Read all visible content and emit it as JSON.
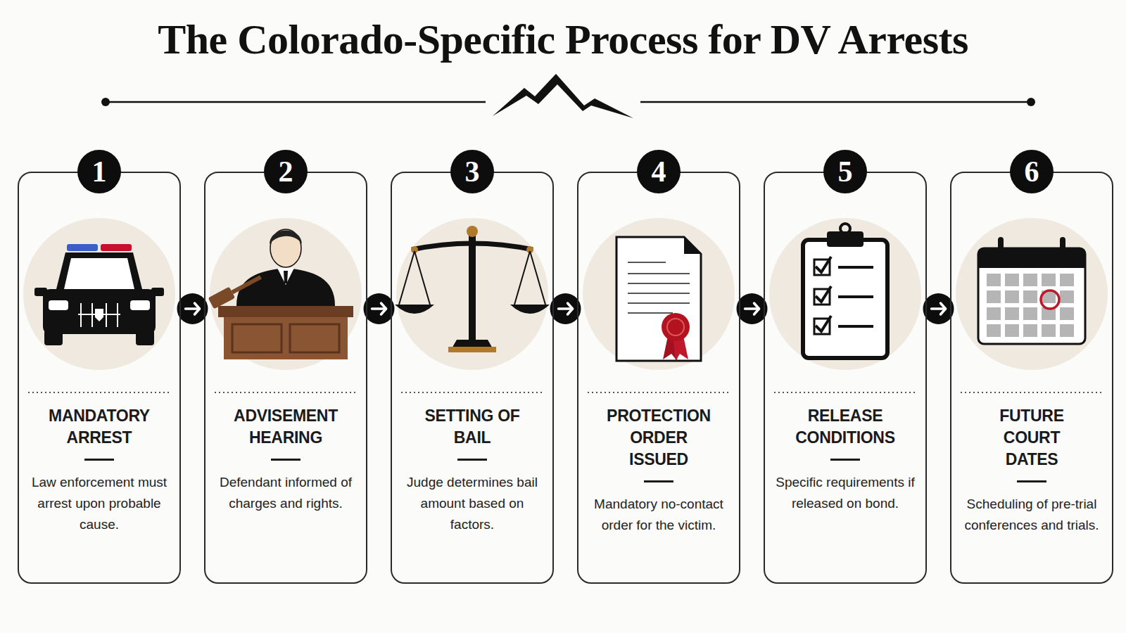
{
  "diagram": {
    "title": "The Colorado-Specific Process for DV Arrests",
    "nodes": [
      {
        "text": [
          "MANDATORY ARREST",
          "Law enforcement must arrest upon probable cause."
        ]
      },
      {
        "text": [
          "ADVISEMENT HEARING",
          "Defendant informed of charges and rights."
        ]
      },
      {
        "text": [
          "SETTING OF BAIL",
          "Judge determines bail amount based on factors."
        ]
      },
      {
        "text": [
          "PROTECTION ORDER ISSUED",
          "Mandatory no-contact order for the victim."
        ]
      },
      {
        "text": [
          "RELEASE CONDITIONS",
          "Specific requirements if released on bond."
        ]
      },
      {
        "text": [
          "FUTURE COURT DATES",
          "Scheduling of pre-trial conferences and trials."
        ]
      }
    ],
    "edges": [
      {
        "from": 0,
        "to": 1,
        "arrow": "to"
      },
      {
        "from": 1,
        "to": 2,
        "arrow": "to"
      },
      {
        "from": 2,
        "to": 3,
        "arrow": "to"
      },
      {
        "from": 3,
        "to": 4,
        "arrow": "to"
      },
      {
        "from": 4,
        "to": 5,
        "arrow": "to"
      }
    ],
    "labels": [
      "1",
      "2",
      "3",
      "4",
      "5",
      "6"
    ]
  }
}
